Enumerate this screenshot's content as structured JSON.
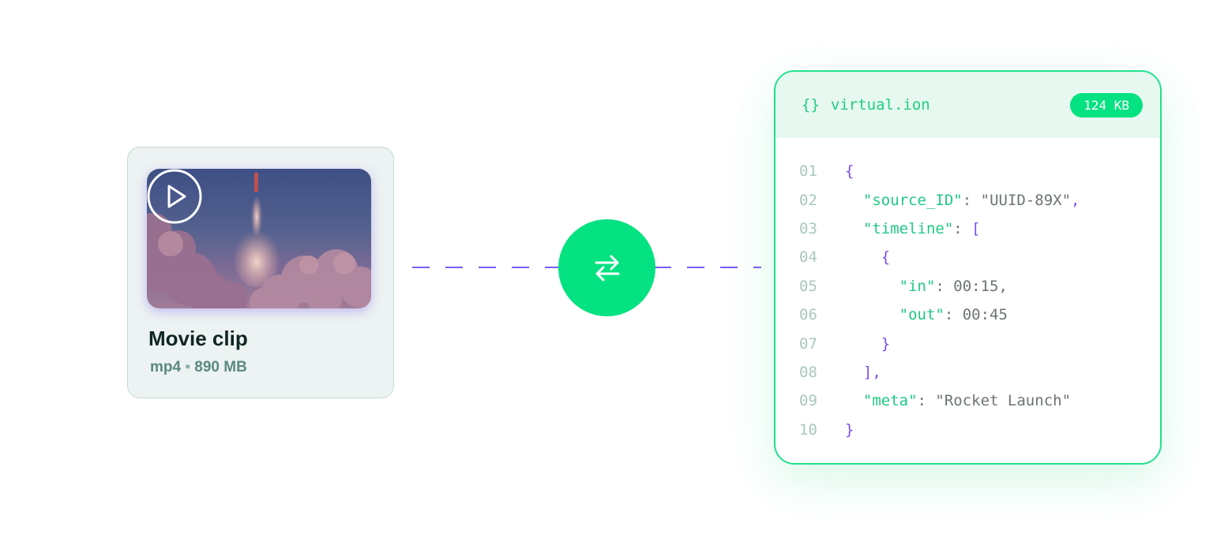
{
  "media_card": {
    "title": "Movie clip",
    "format": "mp4",
    "separator": "•",
    "size": "890 MB",
    "thumbnail_alt": "Rocket launch with smoke clouds",
    "play_icon": "play-circle-icon"
  },
  "connector": {
    "icon": "swap-arrows-icon",
    "glyph": "⇄",
    "line_color": "#7b5cf0",
    "button_color": "#05e281"
  },
  "file_panel": {
    "icon": "{}",
    "filename": "virtual.ion",
    "size_badge": "124 KB",
    "accent": "#1fe08c",
    "lines": [
      {
        "n": "01",
        "indent": "",
        "parts": [
          {
            "t": "{",
            "c": "p"
          }
        ]
      },
      {
        "n": "02",
        "indent": "  ",
        "parts": [
          {
            "t": "\"source_ID\"",
            "c": "k"
          },
          {
            "t": ": ",
            "c": "v"
          },
          {
            "t": "\"UUID-89X\"",
            "c": "v"
          },
          {
            "t": ",",
            "c": "p"
          }
        ]
      },
      {
        "n": "03",
        "indent": "  ",
        "parts": [
          {
            "t": "\"timeline\"",
            "c": "k"
          },
          {
            "t": ": ",
            "c": "v"
          },
          {
            "t": "[",
            "c": "p"
          }
        ]
      },
      {
        "n": "04",
        "indent": "    ",
        "parts": [
          {
            "t": "{",
            "c": "p"
          }
        ]
      },
      {
        "n": "05",
        "indent": "      ",
        "parts": [
          {
            "t": "\"in\"",
            "c": "k"
          },
          {
            "t": ": ",
            "c": "v"
          },
          {
            "t": "00:15",
            "c": "v"
          },
          {
            "t": ",",
            "c": "v"
          }
        ]
      },
      {
        "n": "06",
        "indent": "      ",
        "parts": [
          {
            "t": "\"out\"",
            "c": "k"
          },
          {
            "t": ": ",
            "c": "v"
          },
          {
            "t": "00:45",
            "c": "v"
          }
        ]
      },
      {
        "n": "07",
        "indent": "    ",
        "parts": [
          {
            "t": "}",
            "c": "p"
          }
        ]
      },
      {
        "n": "08",
        "indent": "  ",
        "parts": [
          {
            "t": "]",
            "c": "p"
          },
          {
            "t": ",",
            "c": "p"
          }
        ]
      },
      {
        "n": "09",
        "indent": "  ",
        "parts": [
          {
            "t": "\"meta\"",
            "c": "k"
          },
          {
            "t": ": ",
            "c": "v"
          },
          {
            "t": "\"Rocket Launch\"",
            "c": "v"
          }
        ]
      },
      {
        "n": "10",
        "indent": "",
        "parts": [
          {
            "t": "}",
            "c": "p"
          }
        ]
      }
    ]
  }
}
